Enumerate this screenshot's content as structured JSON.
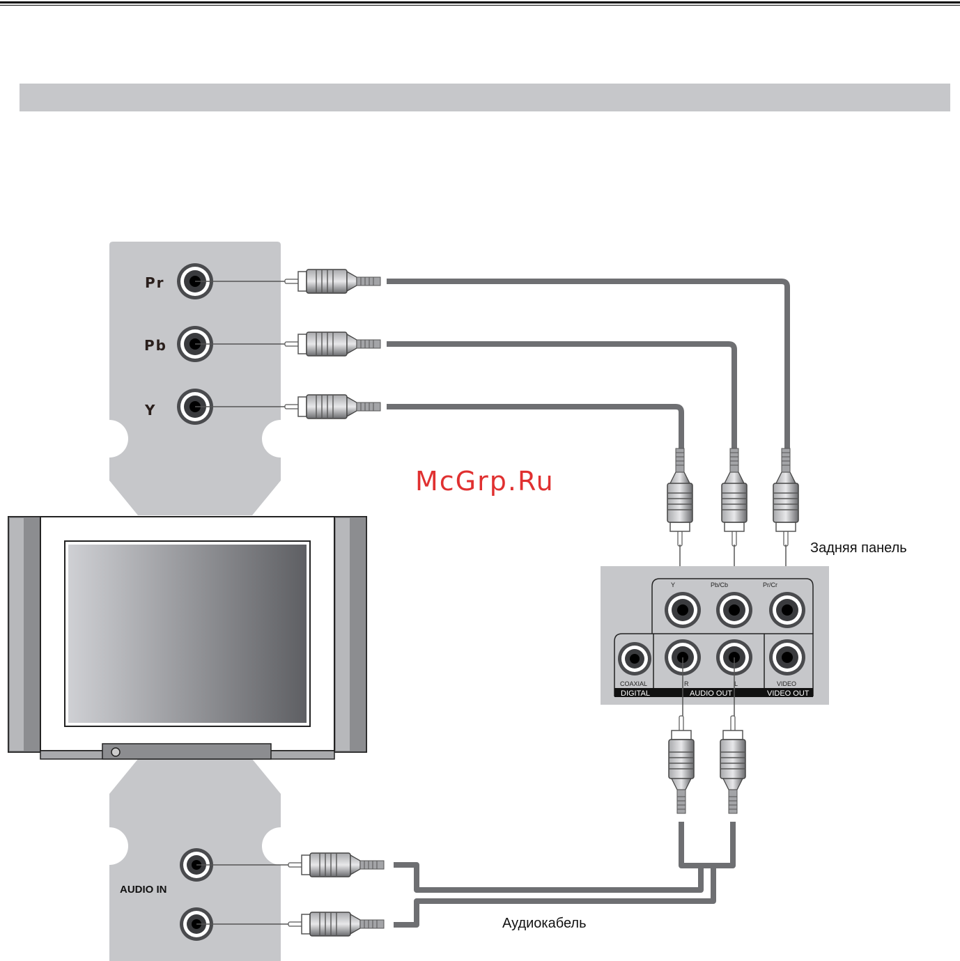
{
  "tv_component_inputs": {
    "pr": "Pr",
    "pb": "Pb",
    "y": "Y"
  },
  "tv_audio_input": {
    "label": "AUDIO IN"
  },
  "rear_panel": {
    "caption": "Задняя панель",
    "top_labels": {
      "y": "Y",
      "pb": "Pb/Cb",
      "pr": "Pr/Cr"
    },
    "bottom_labels": {
      "coaxial": "COAXIAL",
      "r": "R",
      "l": "L",
      "video": "VIDEO"
    },
    "band_labels": {
      "digital": "DIGITAL",
      "audio_out": "AUDIO OUT",
      "video_out": "VIDEO OUT"
    }
  },
  "audio_cable_caption": "Аудиокабель",
  "watermark": "McGrp.Ru",
  "colors": {
    "panel_gray": "#c6c7ca",
    "cable_gray": "#6e6f72",
    "watermark_red": "#e03030"
  }
}
